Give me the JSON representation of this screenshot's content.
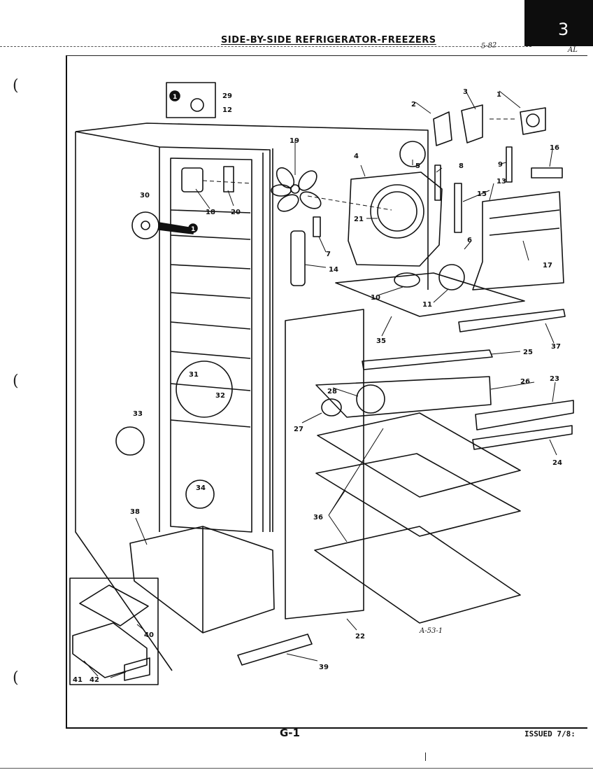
{
  "header": {
    "title": "SIDE-BY-SIDE REFRIGERATOR-FREEZERS",
    "page_tab": "3"
  },
  "handwritten": {
    "date": "5-82",
    "mark": "AL"
  },
  "footer": {
    "code": "G-1",
    "issued": "ISSUED 7/8:"
  },
  "drawing_ref": "A-53-1",
  "callout_markers": {
    "detail_marker": "1"
  },
  "part_labels": {
    "p1": "1",
    "p2": "2",
    "p3": "3",
    "p4": "4",
    "p5": "5",
    "p6": "6",
    "p7": "7",
    "p8": "8",
    "p9": "9",
    "p10": "10",
    "p11": "11",
    "p12": "12",
    "p13": "13",
    "p14": "14",
    "p15": "15",
    "p16": "16",
    "p17": "17",
    "p18": "18",
    "p19": "19",
    "p20": "20",
    "p21": "21",
    "p22": "22",
    "p23": "23",
    "p24": "24",
    "p25": "25",
    "p26": "26",
    "p27": "27",
    "p28": "28",
    "p29": "29",
    "p30": "30",
    "p31": "31",
    "p32": "32",
    "p33": "33",
    "p34": "34",
    "p35": "35",
    "p36": "36",
    "p37": "37",
    "p38": "38",
    "p39": "39",
    "p40": "40",
    "p41": "41",
    "p42": "42"
  }
}
